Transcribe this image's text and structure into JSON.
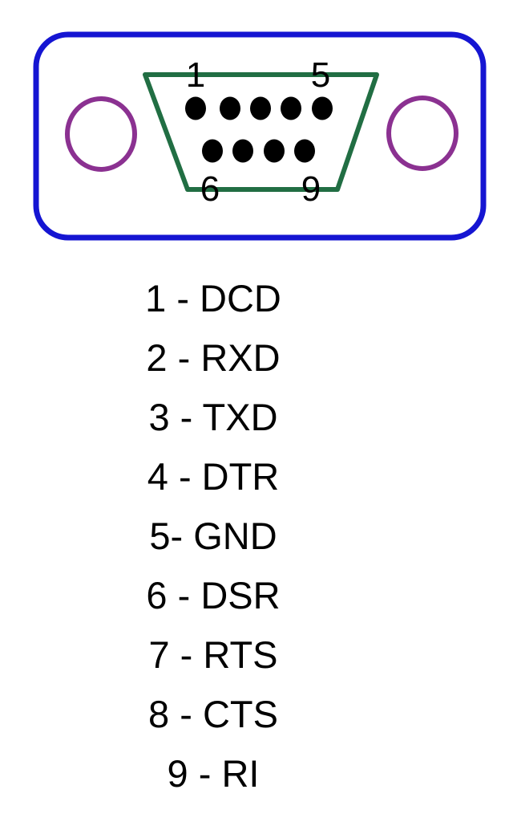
{
  "diagram": {
    "colors": {
      "outline_blue": "#1515d2",
      "shell_green": "#216e43",
      "hole_purple": "#8b3191",
      "pin_black": "#000000",
      "background": "#ffffff"
    },
    "connector": {
      "corner_pin_labels": {
        "top_left": "1",
        "top_right": "5",
        "bottom_left": "6",
        "bottom_right": "9"
      },
      "pin_count_top_row": 5,
      "pin_count_bottom_row": 4
    },
    "pinout_list": [
      "1 - DCD",
      "2 - RXD",
      "3 - TXD",
      "4 - DTR",
      "5- GND",
      "6 - DSR",
      "7 - RTS",
      "8 - CTS",
      "9 - RI"
    ]
  }
}
